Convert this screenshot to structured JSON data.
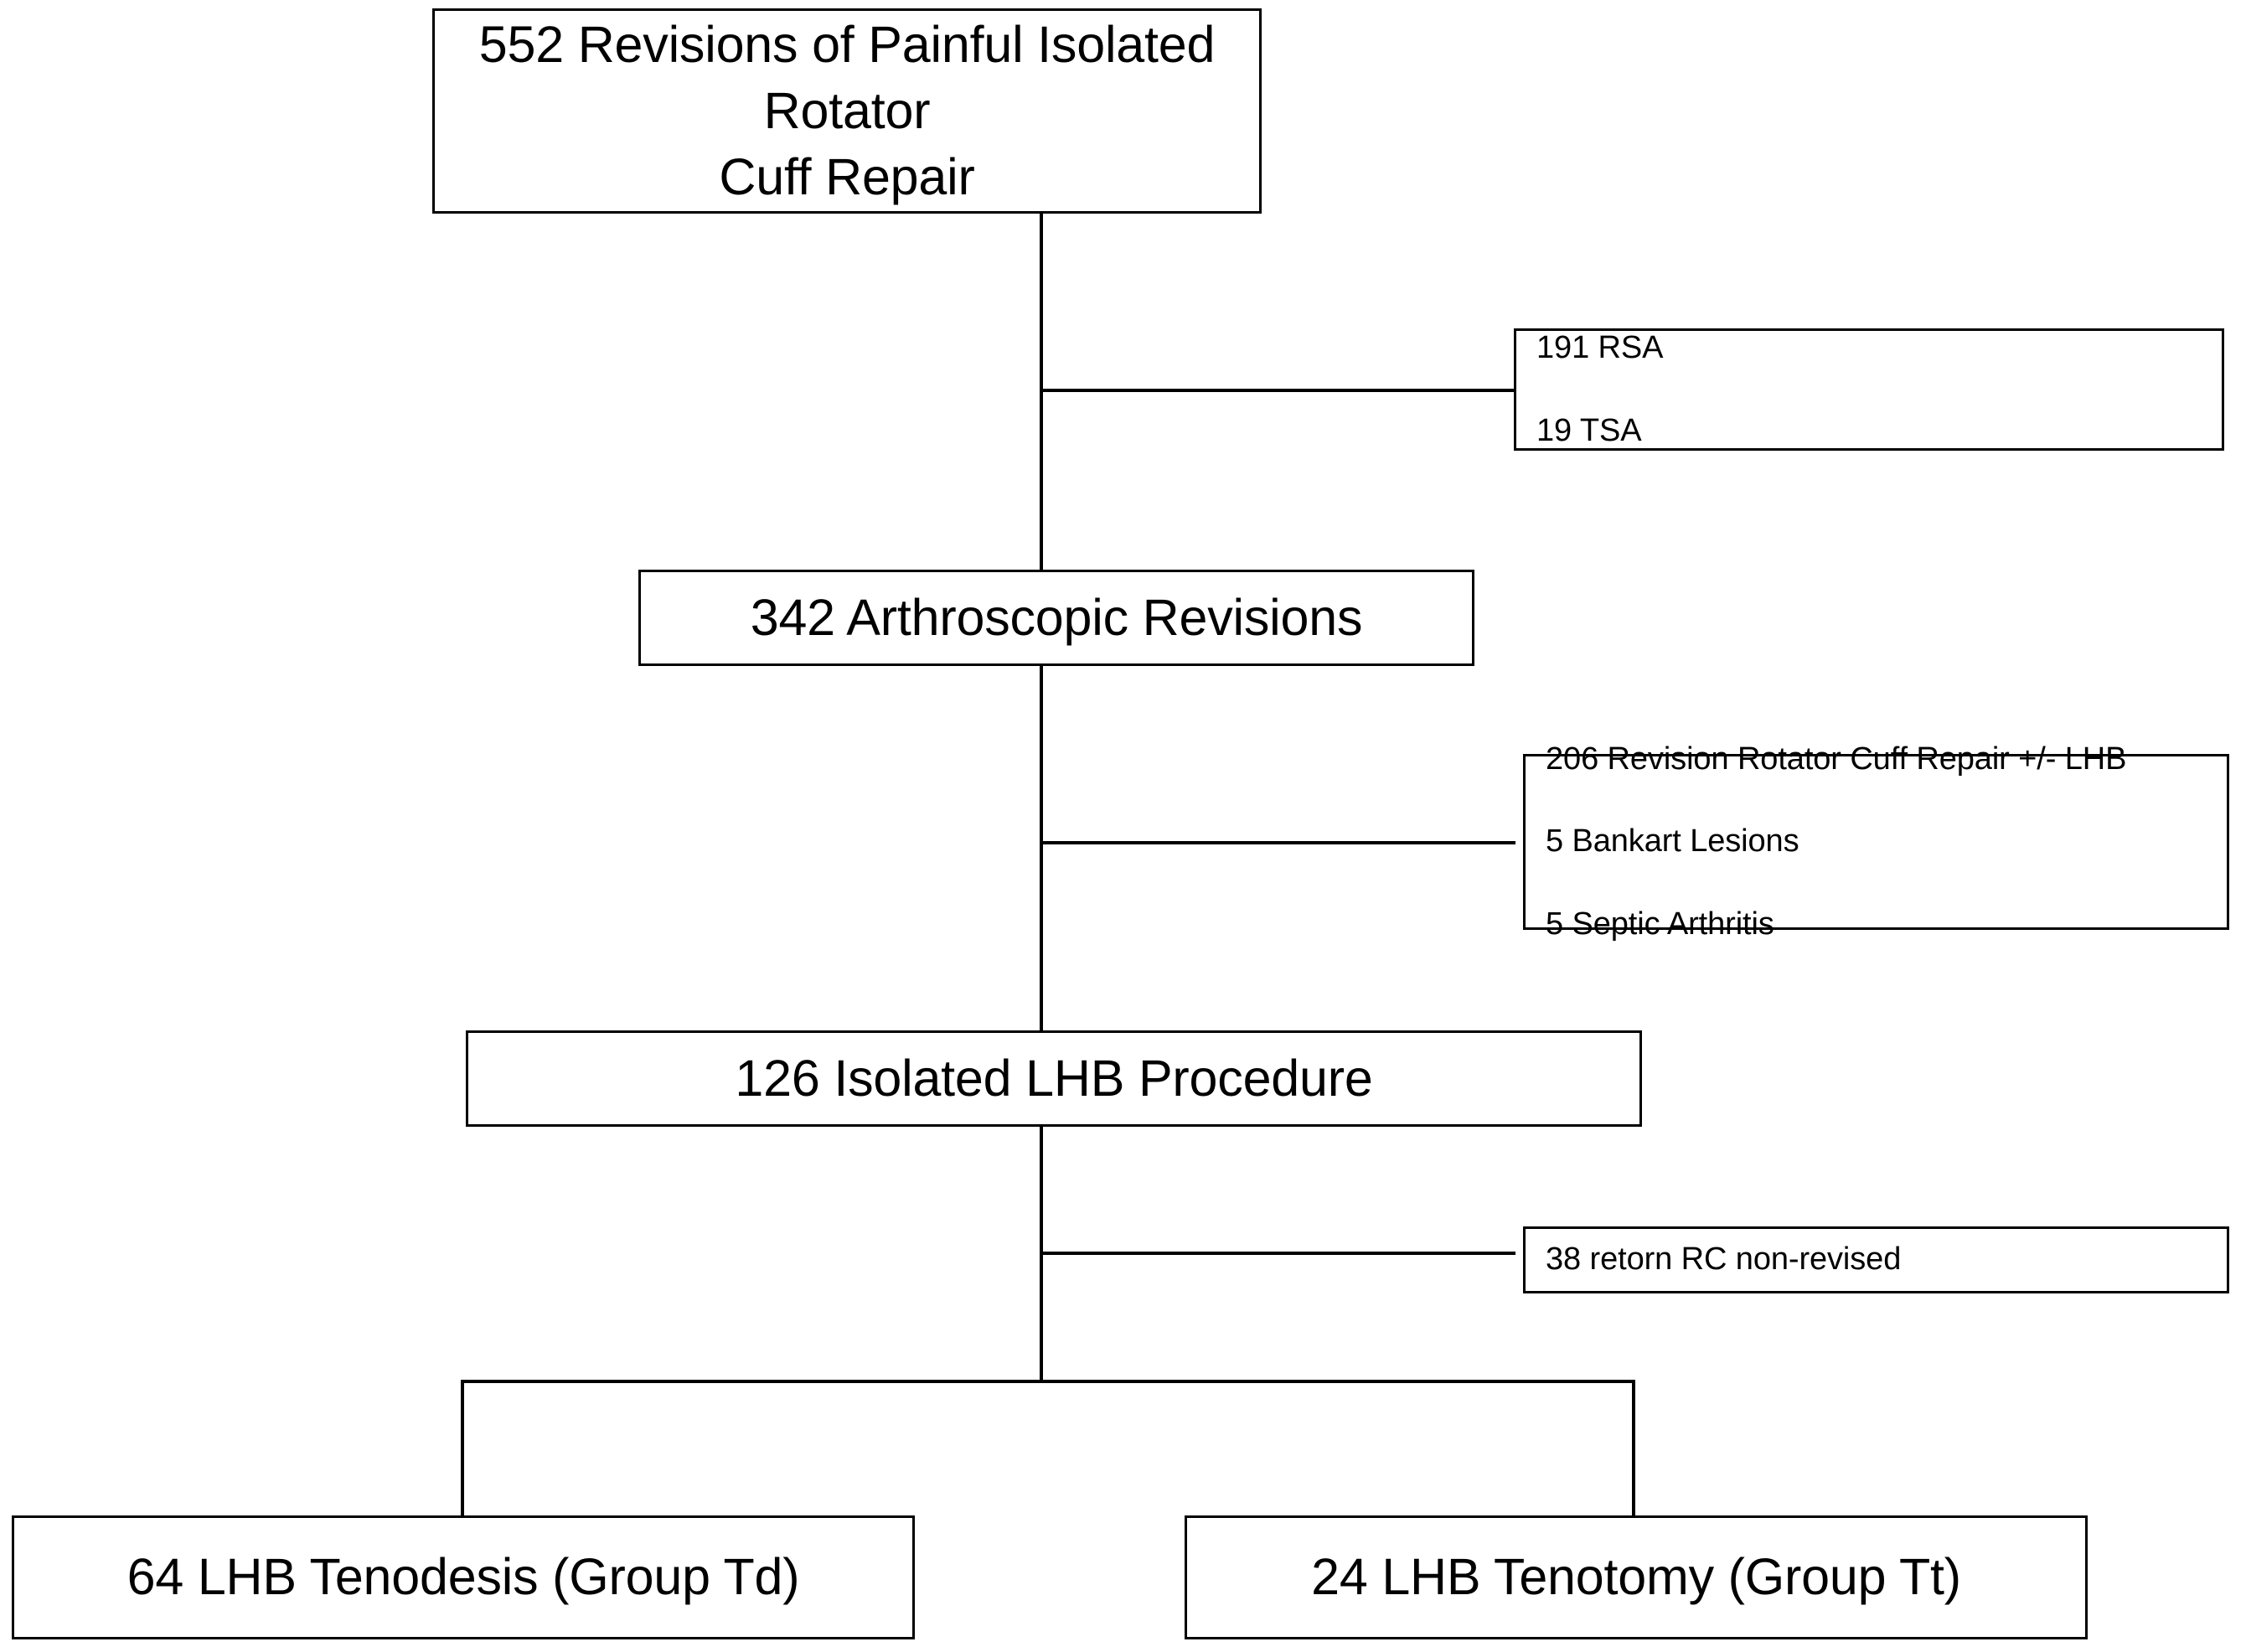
{
  "diagram": {
    "type": "flowchart",
    "title_node": "552 Revisions of Painful Isolated Rotator Cuff Repair",
    "nodes": {
      "root": {
        "label": "552 Revisions of Painful Isolated Rotator\nCuff Repair",
        "count": 552
      },
      "arthroscopic": {
        "label": "342 Arthroscopic Revisions",
        "count": 342
      },
      "isolated_lhb": {
        "label": "126 Isolated LHB Procedure",
        "count": 126
      },
      "tenodesis": {
        "label": "64 LHB Tenodesis (Group Td)",
        "count": 64
      },
      "tenotomy": {
        "label": "24 LHB Tenotomy (Group Tt)",
        "count": 24
      }
    },
    "exclusions": {
      "arthroplasty": {
        "line1": "191 RSA",
        "line2": "19 TSA"
      },
      "other_arthroscopic": {
        "line1": "206 Revision Rotator Cuff Repair +/- LHB",
        "line2": "5 Bankart Lesions",
        "line3": "5 Septic Arthritis"
      },
      "retorn": {
        "line1": "38 retorn RC non-revised"
      }
    },
    "colors": {
      "stroke": "#000000",
      "fill": "#FFFFFF",
      "text": "#000000"
    }
  }
}
